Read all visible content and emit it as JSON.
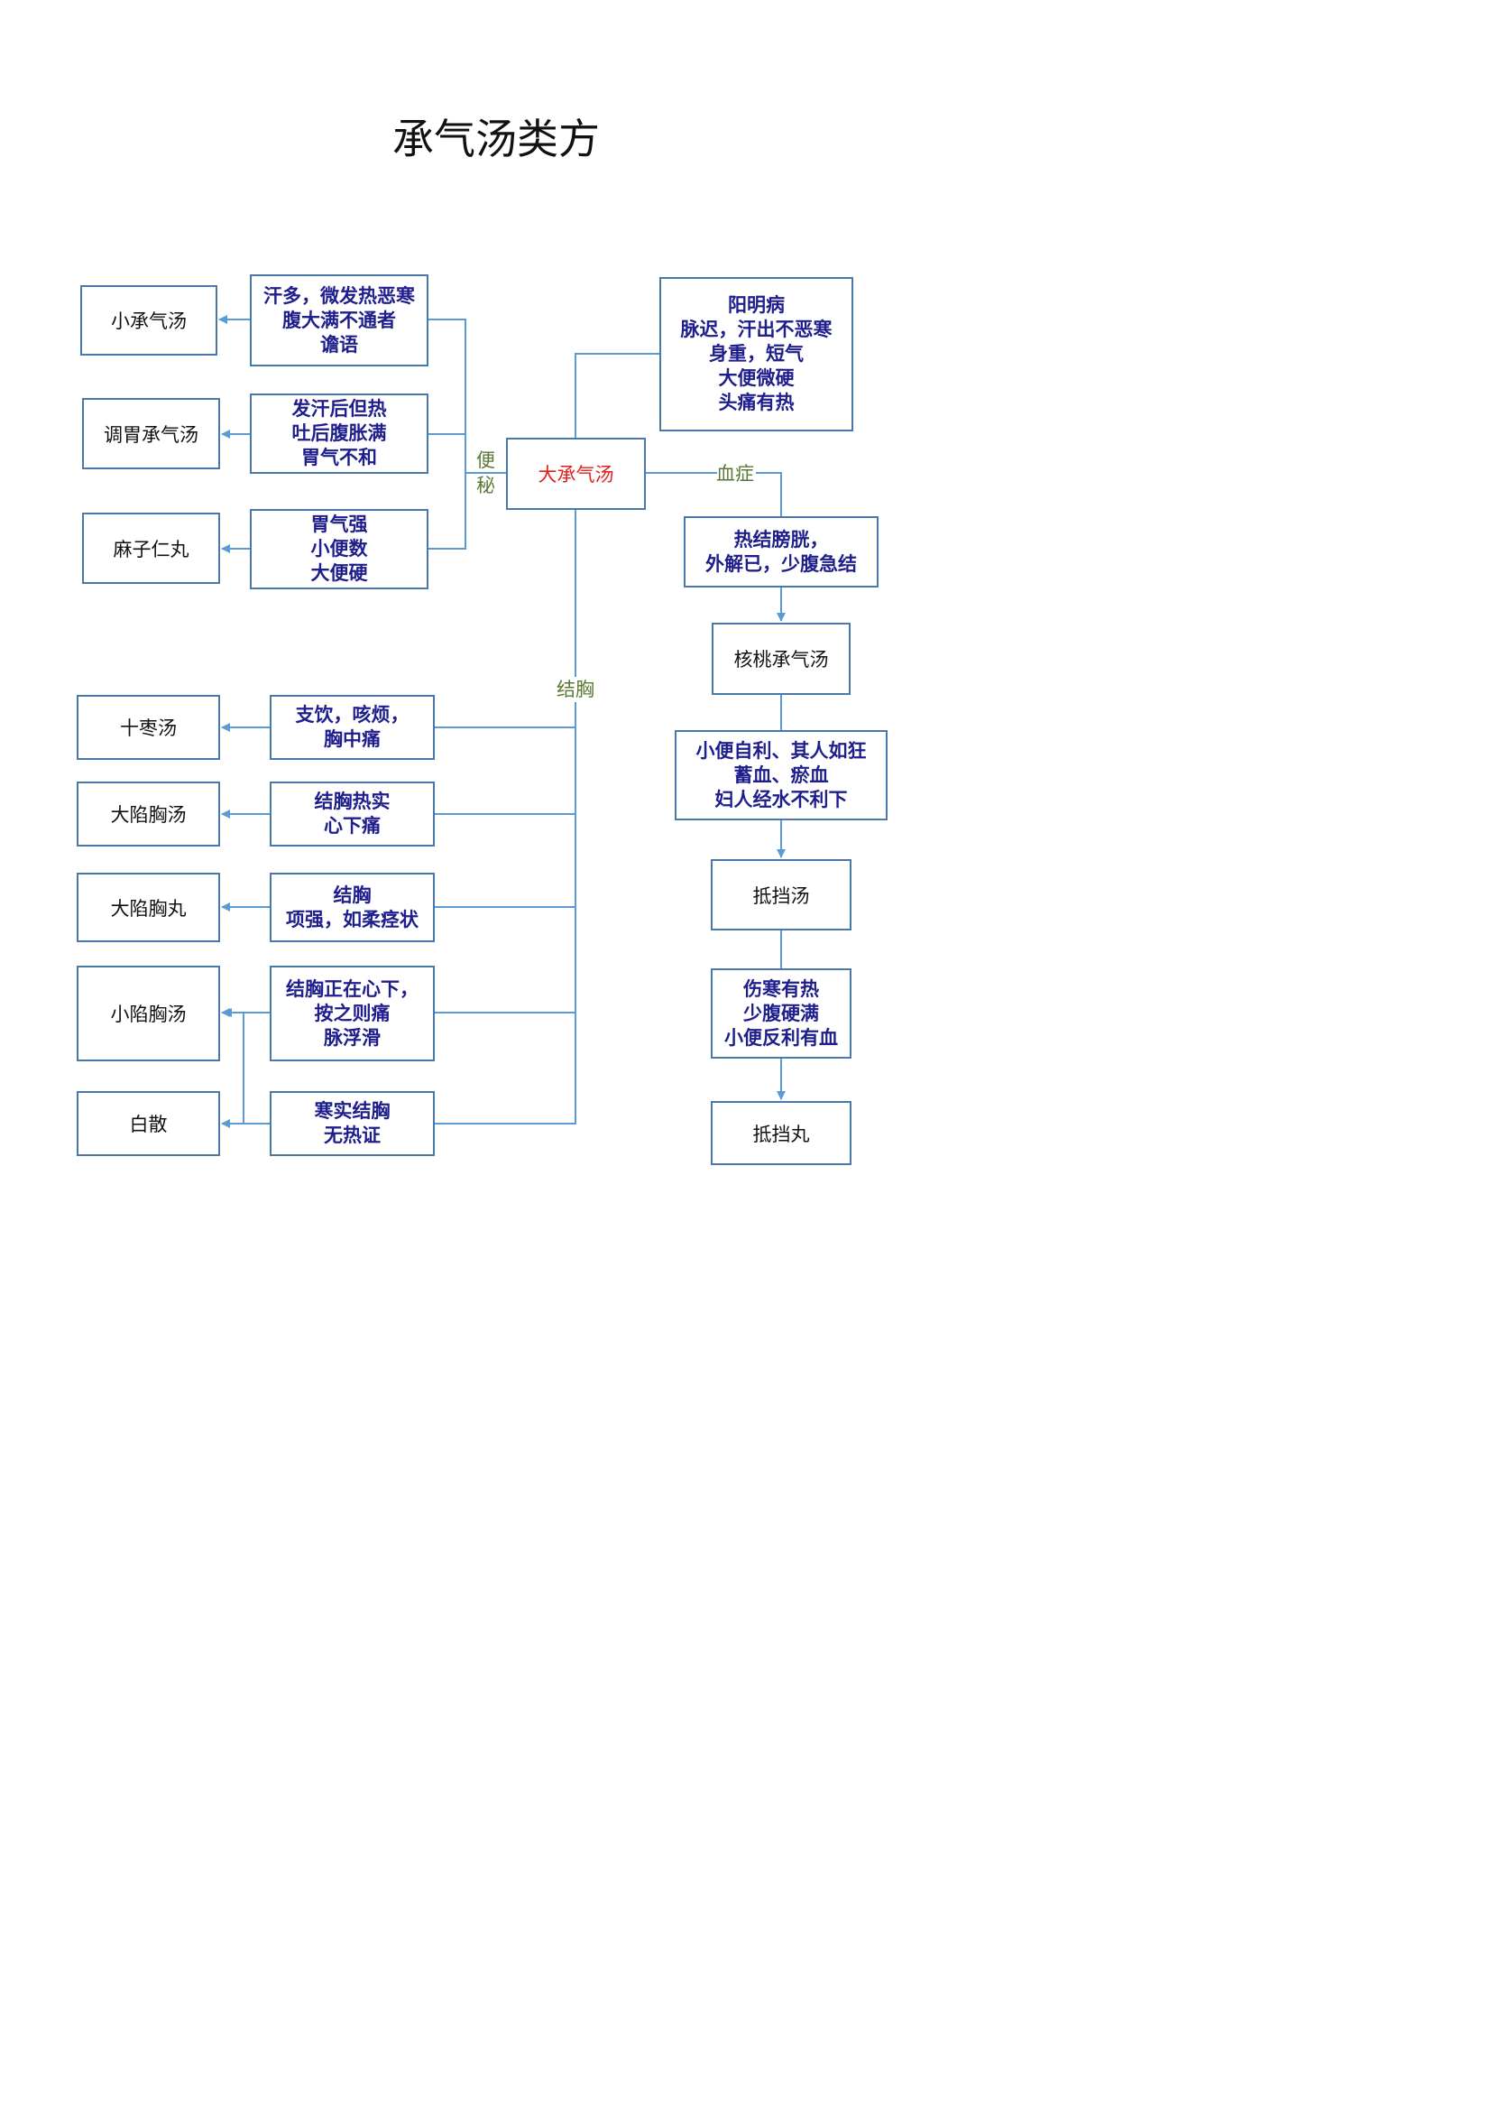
{
  "title": "承气汤类方",
  "center": "大承气汤",
  "edge_labels": {
    "constipation": [
      "便",
      "秘"
    ],
    "blood": "血症",
    "chest": "结胸"
  },
  "yangming": [
    "阳明病",
    "脉迟，汗出不恶寒",
    "身重，短气",
    "大便微硬",
    "头痛有热"
  ],
  "left_top": [
    {
      "rx": "小承气汤",
      "sym": [
        "汗多，微发热恶寒",
        "腹大满不通者",
        "谵语"
      ]
    },
    {
      "rx": "调胃承气汤",
      "sym": [
        "发汗后但热",
        "吐后腹胀满",
        "胃气不和"
      ]
    },
    {
      "rx": "麻子仁丸",
      "sym": [
        "胃气强",
        "小便数",
        "大便硬"
      ]
    }
  ],
  "left_bottom": [
    {
      "rx": "十枣汤",
      "sym": [
        "支饮，咳烦，",
        "胸中痛"
      ]
    },
    {
      "rx": "大陷胸汤",
      "sym": [
        "结胸热实",
        "心下痛"
      ]
    },
    {
      "rx": "大陷胸丸",
      "sym": [
        "结胸",
        "项强，如柔痉状"
      ]
    },
    {
      "rx": "小陷胸汤",
      "sym": [
        "结胸正在心下，",
        "按之则痛",
        "脉浮滑"
      ]
    },
    {
      "rx": "白散",
      "sym": [
        "寒实结胸",
        "无热证"
      ]
    }
  ],
  "right_chain": [
    {
      "kind": "sym",
      "lines": [
        "热结膀胱，",
        "外解已，少腹急结"
      ]
    },
    {
      "kind": "rx",
      "lines": [
        "核桃承气汤"
      ]
    },
    {
      "kind": "sym",
      "lines": [
        "小便自利、其人如狂",
        "蓄血、瘀血",
        "妇人经水不利下"
      ]
    },
    {
      "kind": "rx",
      "lines": [
        "抵挡汤"
      ]
    },
    {
      "kind": "sym",
      "lines": [
        "伤寒有热",
        "少腹硬满",
        "小便反利有血"
      ]
    },
    {
      "kind": "rx",
      "lines": [
        "抵挡丸"
      ]
    }
  ],
  "colors": {
    "line": "#5b9bd5",
    "box_border": "#4a78a8",
    "symptom_text": "#1e1e8c",
    "center_text": "#e02020",
    "edge_label": "#5a7a34"
  }
}
